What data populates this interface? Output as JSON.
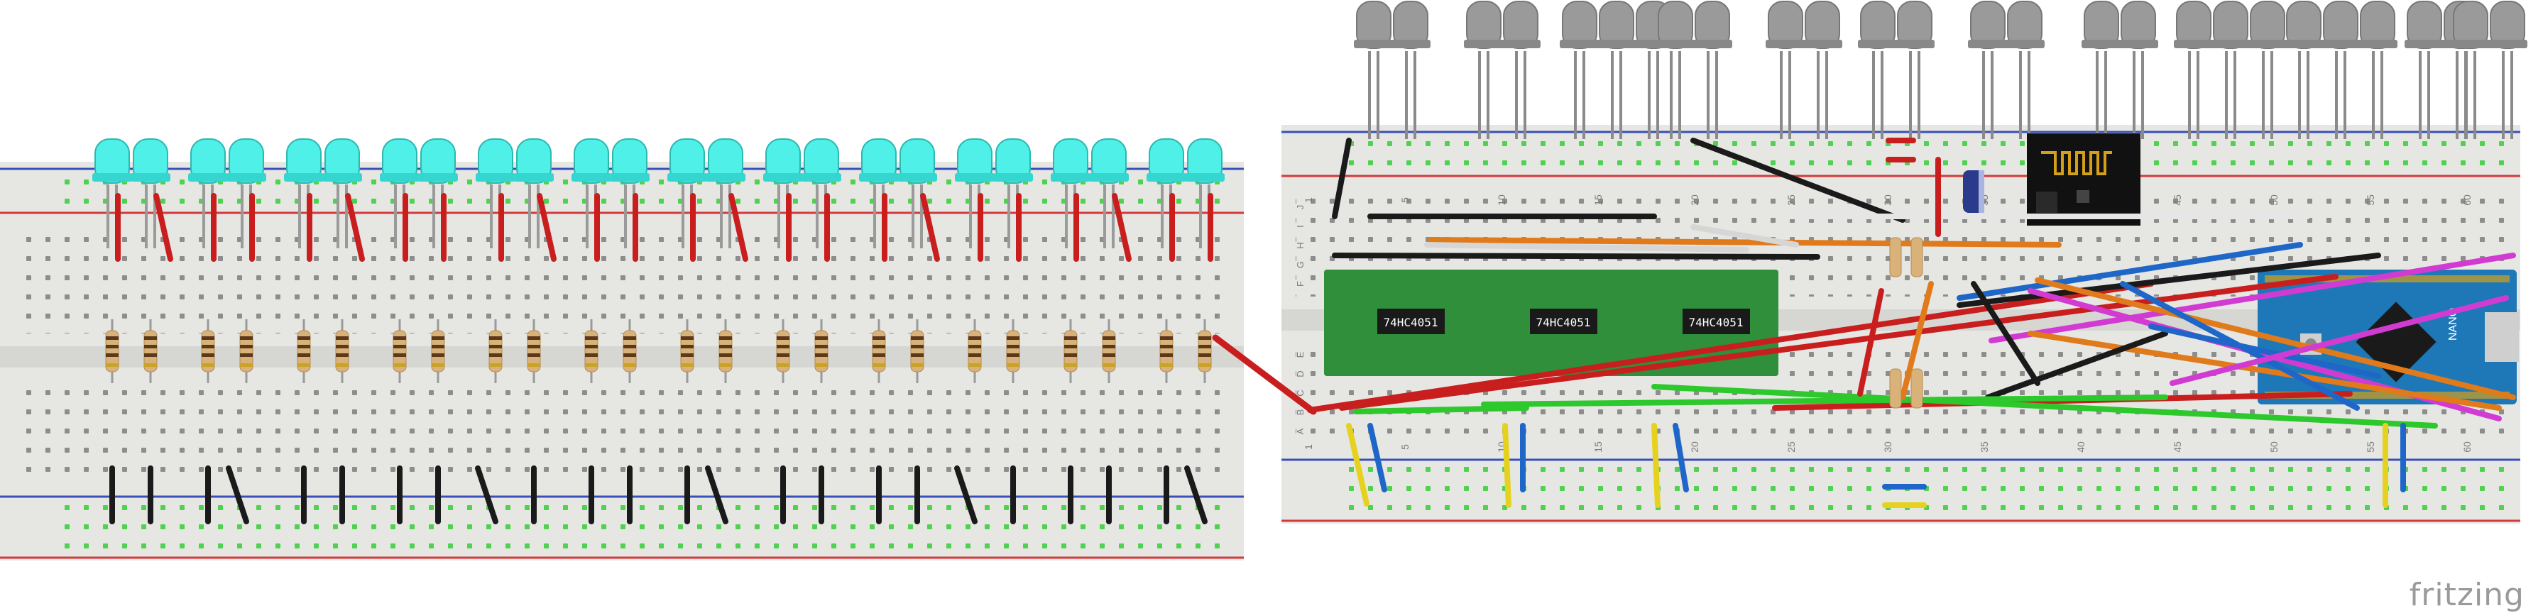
{
  "watermark": "fritzing",
  "colors": {
    "breadboard": "#e6e6e3",
    "rail_red": "#d23b3b",
    "rail_blue": "#3b4fb8",
    "hole_green": "#4fd24f",
    "led_cyan": "#4ff0e8",
    "led_grey": "#9a9a9a",
    "wire_red": "#c81e1e",
    "wire_black": "#1a1a1a",
    "resistor": "#d9b27a",
    "ic_board": "#2f8f3a",
    "arduino": "#1e78b8",
    "rf_module": "#111111"
  },
  "left_board": {
    "cyan_led_count": 24,
    "resistor_count": 24,
    "ground_jumper_count": 24
  },
  "right_board": {
    "grey_led_count": 30,
    "column_numbers": [
      "1",
      "5",
      "10",
      "15",
      "20",
      "25",
      "30",
      "35",
      "40",
      "45",
      "50",
      "55",
      "60"
    ],
    "row_letters": [
      "J",
      "I",
      "H",
      "G",
      "F",
      "E",
      "D",
      "C",
      "B",
      "A"
    ]
  },
  "ic_modules": [
    {
      "label": "74HC4051"
    },
    {
      "label": "74HC4051"
    },
    {
      "label": "74HC4051"
    }
  ],
  "arduino": {
    "label": "NANO"
  }
}
